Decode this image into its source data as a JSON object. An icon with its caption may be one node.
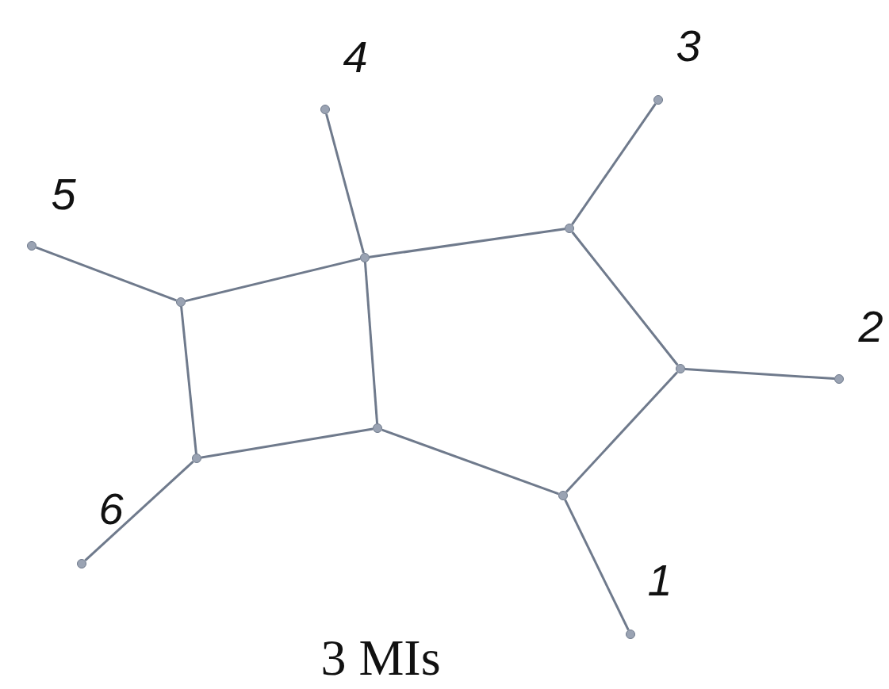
{
  "diagram": {
    "caption": "3 MIs",
    "nodes": [
      {
        "text": [],
        "shape": "circle"
      },
      {
        "text": [],
        "shape": "circle"
      },
      {
        "text": [],
        "shape": "circle"
      },
      {
        "text": [],
        "shape": "circle"
      },
      {
        "text": [],
        "shape": "circle"
      },
      {
        "text": [],
        "shape": "circle"
      },
      {
        "text": [],
        "shape": "circle"
      },
      {
        "text": [],
        "shape": "circle"
      },
      {
        "text": [],
        "shape": "circle"
      },
      {
        "text": [],
        "shape": "circle"
      },
      {
        "text": [],
        "shape": "circle"
      },
      {
        "text": [],
        "shape": "circle"
      },
      {
        "text": [],
        "shape": "circle"
      }
    ],
    "edges": [
      {
        "from": 5,
        "to": 4,
        "arrow": "none"
      },
      {
        "from": 4,
        "to": 2,
        "arrow": "none"
      },
      {
        "from": 2,
        "to": 6,
        "arrow": "none"
      },
      {
        "from": 6,
        "to": 10,
        "arrow": "none"
      },
      {
        "from": 10,
        "to": 8,
        "arrow": "none"
      },
      {
        "from": 8,
        "to": 4,
        "arrow": "none"
      },
      {
        "from": 8,
        "to": 9,
        "arrow": "none"
      },
      {
        "from": 9,
        "to": 5,
        "arrow": "none"
      },
      {
        "from": 5,
        "to": 3,
        "arrow": "none"
      },
      {
        "from": 4,
        "to": 1,
        "arrow": "none"
      },
      {
        "from": 2,
        "to": 0,
        "arrow": "none"
      },
      {
        "from": 6,
        "to": 7,
        "arrow": "none"
      },
      {
        "from": 10,
        "to": 12,
        "arrow": "none"
      },
      {
        "from": 9,
        "to": 11,
        "arrow": "none"
      }
    ],
    "labels": [
      "3",
      "4",
      "5",
      "2",
      "6",
      "1"
    ]
  }
}
